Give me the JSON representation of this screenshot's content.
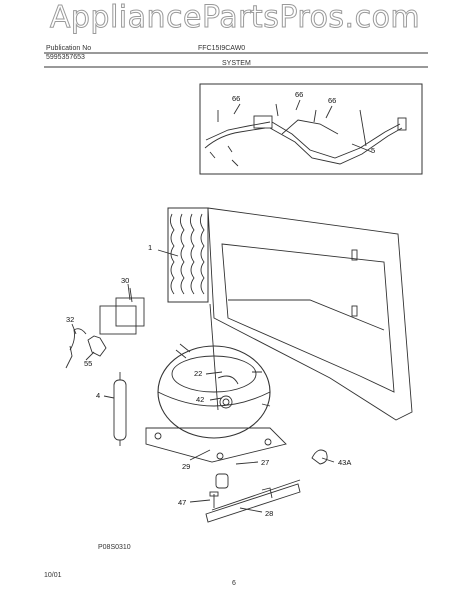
{
  "watermark": "AppliancePartsPros.com",
  "header": {
    "publication_label": "Publication No",
    "publication_number": "5995357653",
    "model": "FFC15I9CAW0",
    "section": "SYSTEM"
  },
  "labels": {
    "l66a": "66",
    "l66b": "66",
    "l66c": "66",
    "l5": "5",
    "l1": "1",
    "l30": "30",
    "l32": "32",
    "l55": "55",
    "l22": "22",
    "l42": "42",
    "l4": "4",
    "l29": "29",
    "l27": "27",
    "l43a": "43A",
    "l47": "47",
    "l28": "28"
  },
  "drawing_code": "P08S0310",
  "date": "10/01",
  "page_number": "6"
}
